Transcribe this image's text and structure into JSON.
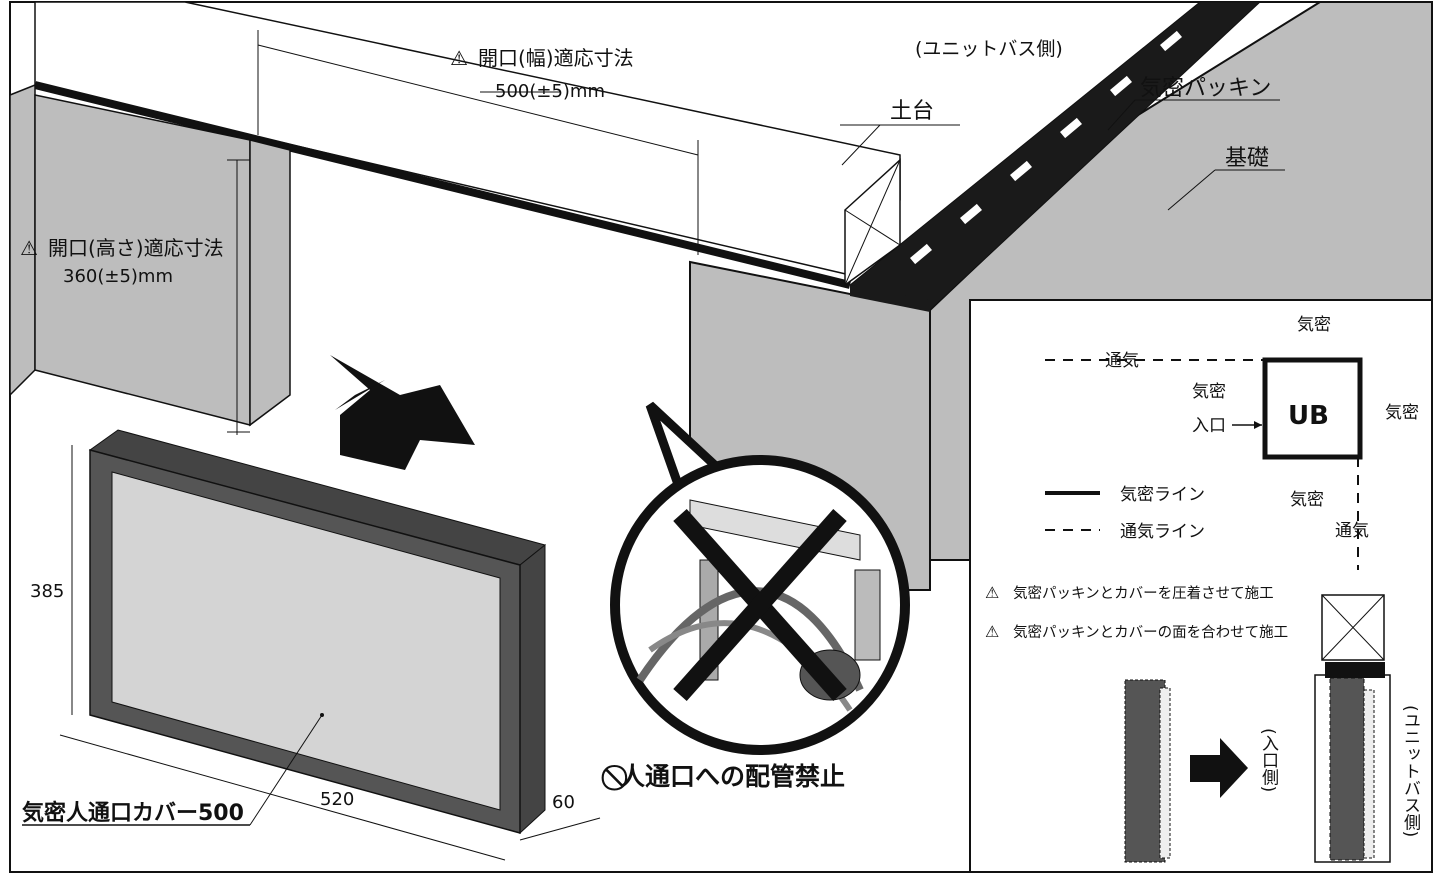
{
  "labels": {
    "width_title": "開口(幅)適応寸法",
    "width_value": "500(±5)mm",
    "height_title": "開口(高さ)適応寸法",
    "height_value": "360(±5)mm",
    "sill": "土台",
    "unit_bath_side_top": "(ユニットバス側)",
    "airtight_packing": "気密パッキン",
    "foundation": "基礎",
    "product_name": "気密人通口カバー500",
    "dim_385": "385",
    "dim_520": "520",
    "dim_60": "60",
    "no_piping": "⃠人通口への配管禁止"
  },
  "inset": {
    "ub": "UB",
    "airtight": "気密",
    "ventilation": "通気",
    "entrance": "入口",
    "legend_airtight_line": "気密ライン",
    "legend_ventilation_line": "通気ライン",
    "note_1": "気密パッキンとカバーを圧着させて施工",
    "note_2": "気密パッキンとカバーの面を合わせて施工",
    "entrance_side": "(入口側)",
    "unit_bath_side": "(ユニットバス側)"
  },
  "colors": {
    "concrete": "#bdbdbd",
    "cover_frame": "#555555",
    "cover_panel": "#d4d4d4",
    "packing": "#1a1a1a"
  }
}
